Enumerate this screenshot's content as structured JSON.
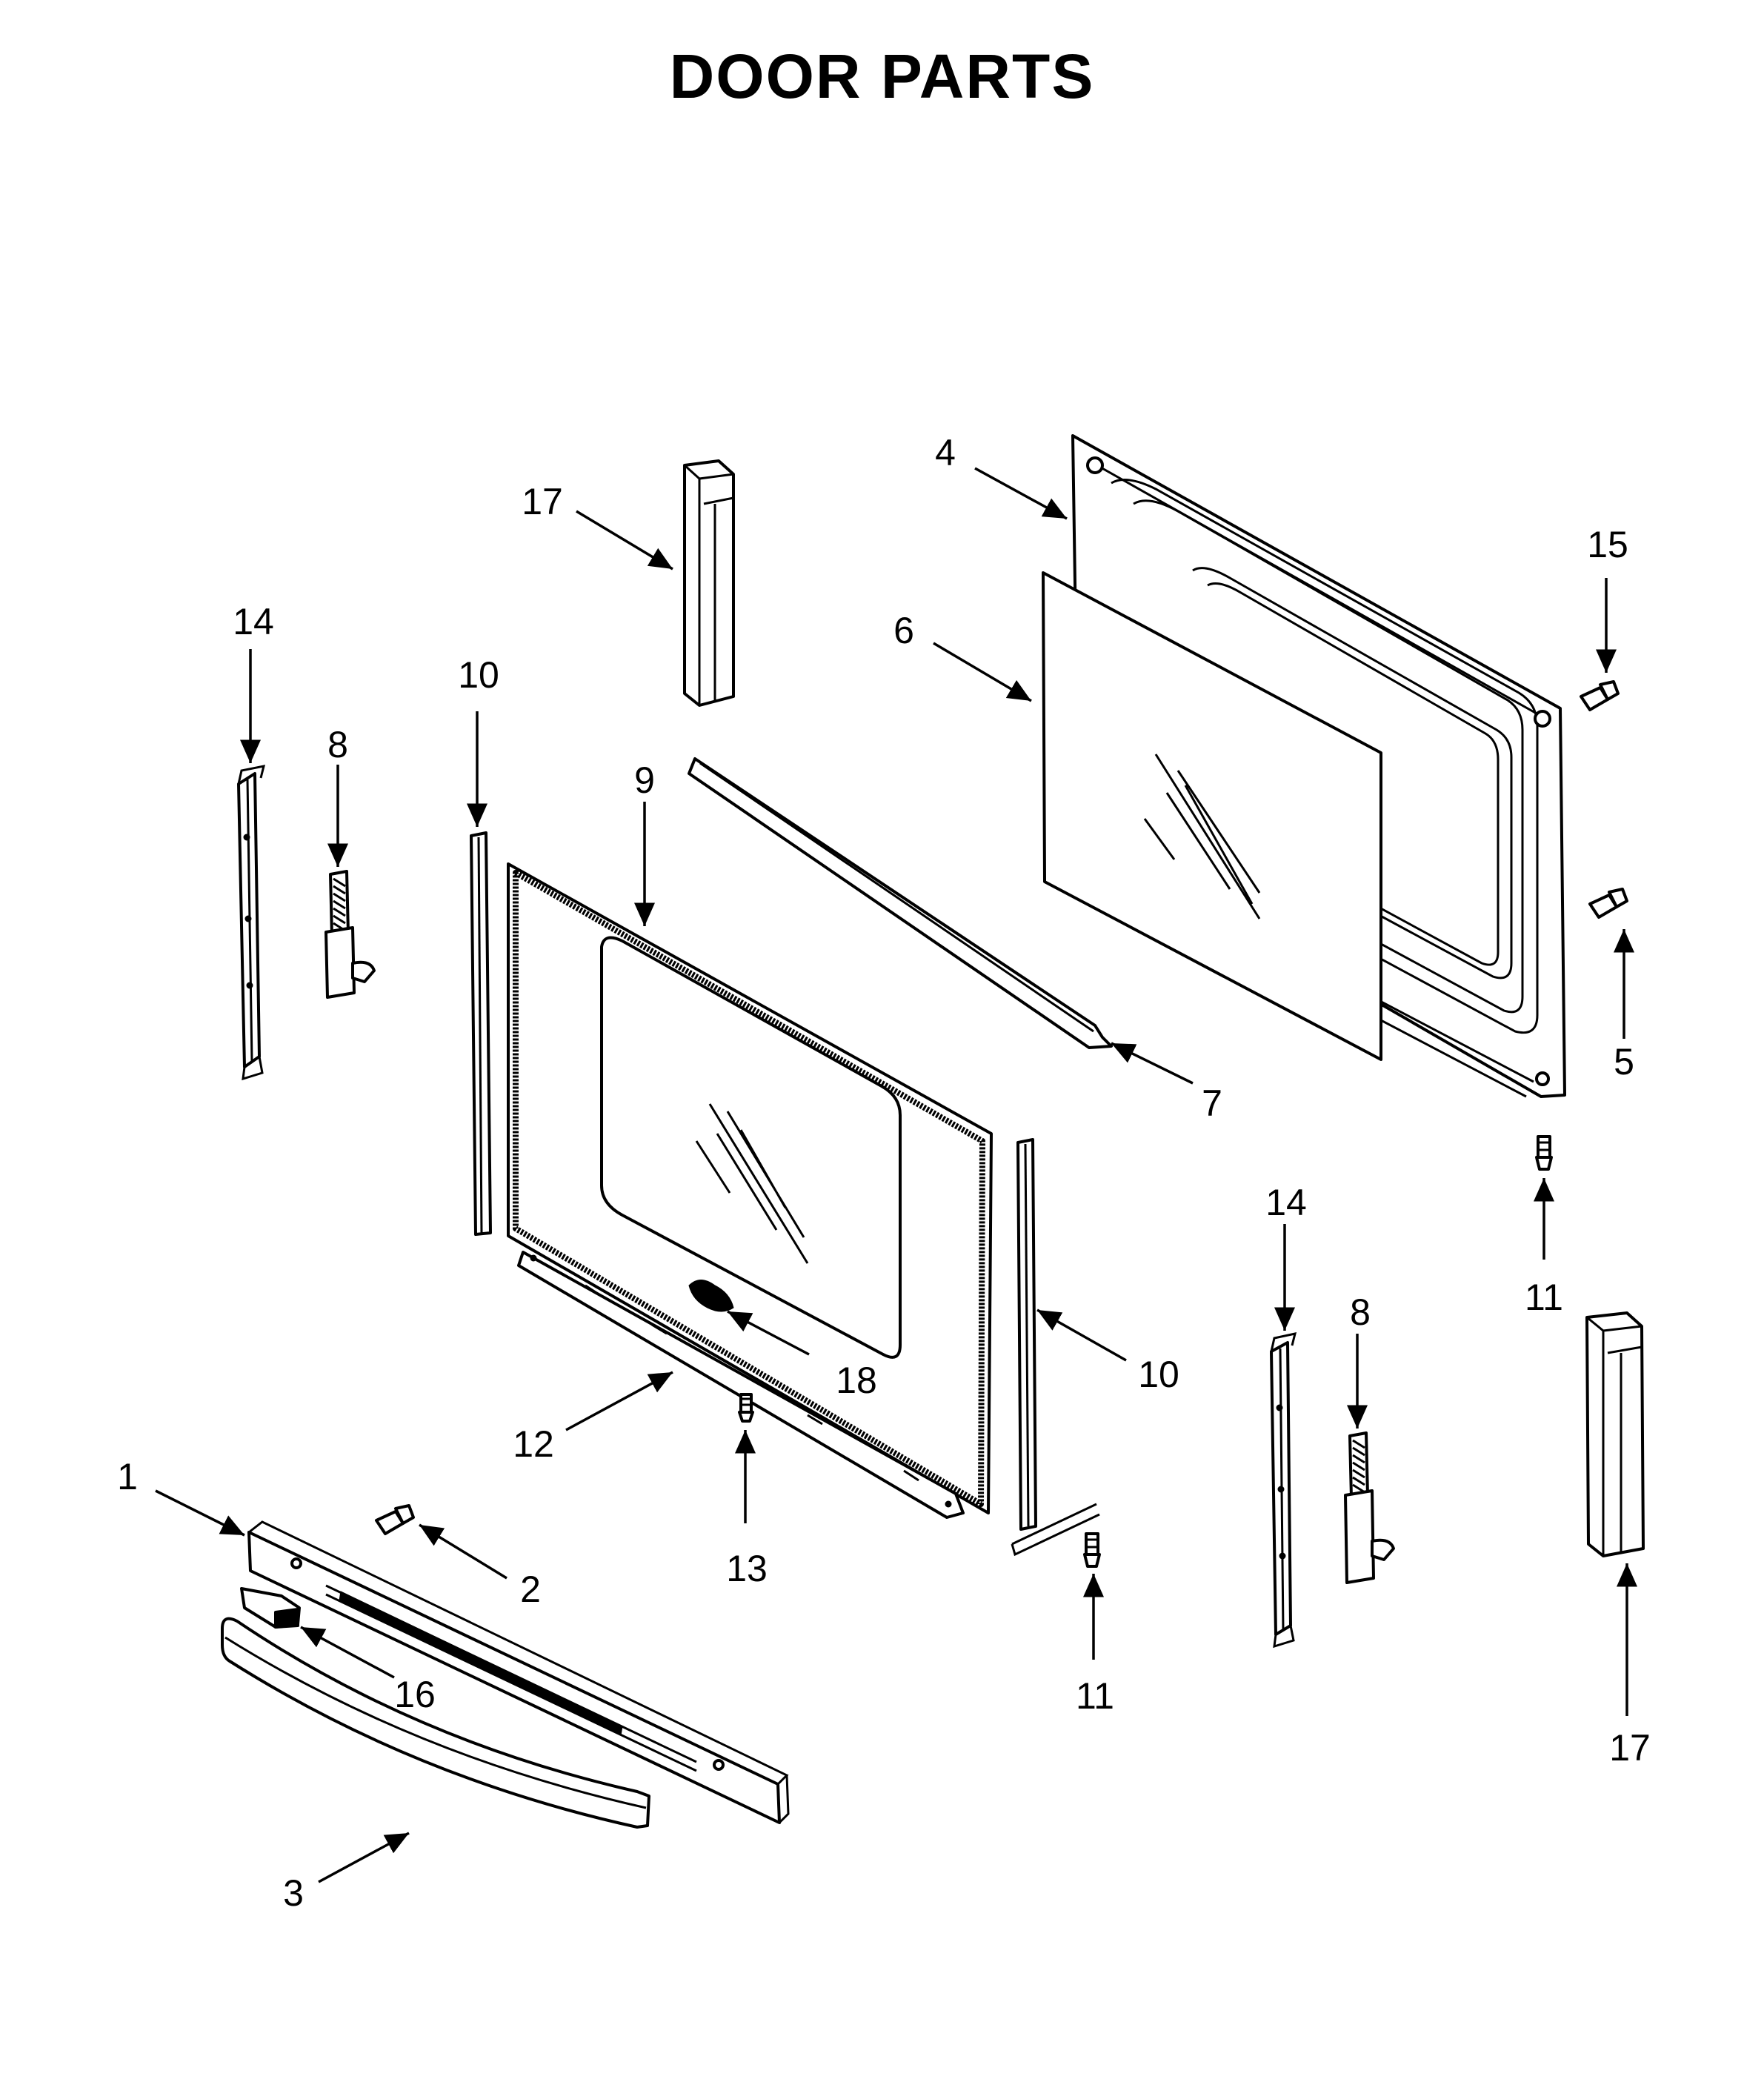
{
  "title": "DOOR PARTS",
  "callouts": [
    {
      "id": "c1",
      "label": "1"
    },
    {
      "id": "c2",
      "label": "2"
    },
    {
      "id": "c3",
      "label": "3"
    },
    {
      "id": "c4",
      "label": "4"
    },
    {
      "id": "c5",
      "label": "5"
    },
    {
      "id": "c6",
      "label": "6"
    },
    {
      "id": "c7",
      "label": "7"
    },
    {
      "id": "c8a",
      "label": "8"
    },
    {
      "id": "c8b",
      "label": "8"
    },
    {
      "id": "c9",
      "label": "9"
    },
    {
      "id": "c10a",
      "label": "10"
    },
    {
      "id": "c10b",
      "label": "10"
    },
    {
      "id": "c11a",
      "label": "11"
    },
    {
      "id": "c11b",
      "label": "11"
    },
    {
      "id": "c12",
      "label": "12"
    },
    {
      "id": "c13",
      "label": "13"
    },
    {
      "id": "c14a",
      "label": "14"
    },
    {
      "id": "c14b",
      "label": "14"
    },
    {
      "id": "c15",
      "label": "15"
    },
    {
      "id": "c16",
      "label": "16"
    },
    {
      "id": "c17a",
      "label": "17"
    },
    {
      "id": "c17b",
      "label": "17"
    },
    {
      "id": "c18",
      "label": "18"
    }
  ]
}
